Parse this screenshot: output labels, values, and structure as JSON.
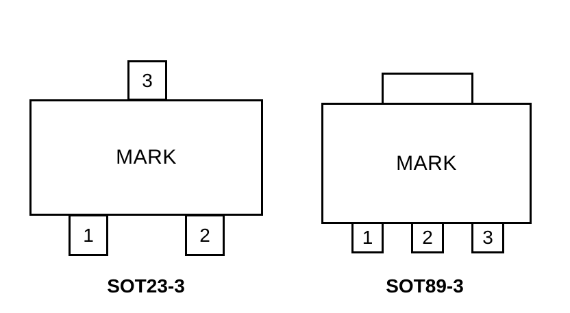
{
  "packages": [
    {
      "name": "SOT23-3",
      "mark": "MARK",
      "pins": {
        "top": "3",
        "bottom_left": "1",
        "bottom_right": "2"
      }
    },
    {
      "name": "SOT89-3",
      "mark": "MARK",
      "pins": {
        "left": "1",
        "middle": "2",
        "right": "3"
      }
    }
  ]
}
